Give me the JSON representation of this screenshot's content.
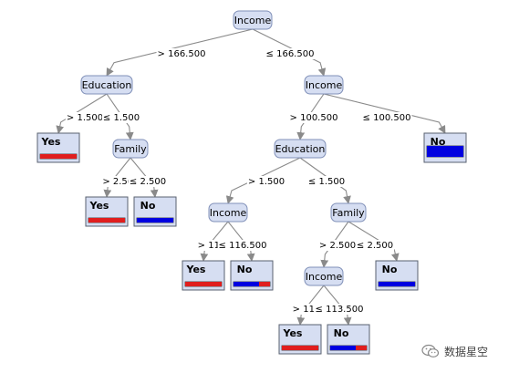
{
  "tree": {
    "nodes": [
      {
        "id": "n1",
        "label": "Income"
      },
      {
        "id": "n2",
        "label": "Education"
      },
      {
        "id": "n3",
        "label": "Income"
      },
      {
        "id": "n4",
        "label": "Family"
      },
      {
        "id": "n5",
        "label": "Education"
      },
      {
        "id": "n6",
        "label": "Income"
      },
      {
        "id": "n7",
        "label": "Family"
      },
      {
        "id": "n8",
        "label": "Income"
      }
    ],
    "leaves": [
      {
        "id": "l1",
        "label": "Yes",
        "red_fraction": 1.0,
        "color": "#e01e1e"
      },
      {
        "id": "l2",
        "label": "No",
        "red_fraction": 0.0,
        "color": "#0000e0"
      },
      {
        "id": "l3",
        "label": "Yes",
        "red_fraction": 1.0,
        "color": "#e01e1e"
      },
      {
        "id": "l4",
        "label": "No",
        "red_fraction": 0.0,
        "color": "#0000e0"
      },
      {
        "id": "l5",
        "label": "Yes",
        "red_fraction": 1.0,
        "color": "#e01e1e"
      },
      {
        "id": "l6",
        "label": "No",
        "red_fraction": 0.3,
        "color": "#0000e0"
      },
      {
        "id": "l7",
        "label": "No",
        "red_fraction": 0.0,
        "color": "#0000e0"
      },
      {
        "id": "l8",
        "label": "Yes",
        "red_fraction": 1.0,
        "color": "#e01e1e"
      },
      {
        "id": "l9",
        "label": "No",
        "red_fraction": 0.3,
        "color": "#0000e0"
      }
    ],
    "edges": [
      {
        "from": "n1",
        "to": "n2",
        "label": "> 166.500"
      },
      {
        "from": "n1",
        "to": "n3",
        "label": "≤ 166.500"
      },
      {
        "from": "n2",
        "to": "l1",
        "label": "> 1.500"
      },
      {
        "from": "n2",
        "to": "n4",
        "label": "≤ 1.500"
      },
      {
        "from": "n3",
        "to": "n5",
        "label": "> 100.500"
      },
      {
        "from": "n3",
        "to": "l2",
        "label": "≤ 100.500"
      },
      {
        "from": "n4",
        "to": "l3",
        "label": "> 2.5("
      },
      {
        "from": "n4",
        "to": "l4",
        "label": "≤ 2.500"
      },
      {
        "from": "n5",
        "to": "n6",
        "label": "> 1.500"
      },
      {
        "from": "n5",
        "to": "n7",
        "label": "≤ 1.500"
      },
      {
        "from": "n6",
        "to": "l5",
        "label": "> 116"
      },
      {
        "from": "n6",
        "to": "l6",
        "label": "≤ 116.500"
      },
      {
        "from": "n7",
        "to": "n8",
        "label": "> 2.500"
      },
      {
        "from": "n7",
        "to": "l7",
        "label": "≤ 2.500"
      },
      {
        "from": "n8",
        "to": "l8",
        "label": "> 113"
      },
      {
        "from": "n8",
        "to": "l9",
        "label": "≤ 113.500"
      }
    ]
  },
  "watermark": {
    "text": "数据星空",
    "icon": "wechat-icon",
    "color": "#888888"
  }
}
